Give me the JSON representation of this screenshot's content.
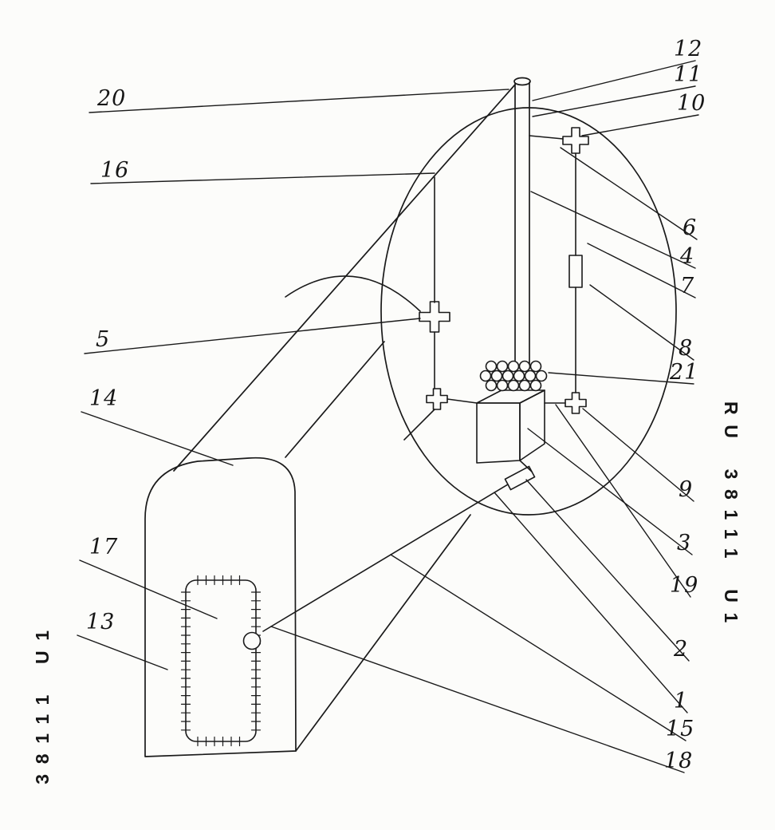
{
  "callouts": {
    "n1": "1",
    "n2": "2",
    "n3": "3",
    "n4": "4",
    "n5": "5",
    "n6": "6",
    "n7": "7",
    "n8": "8",
    "n9": "9",
    "n10": "10",
    "n11": "11",
    "n12": "12",
    "n13": "13",
    "n14": "14",
    "n15": "15",
    "n16": "16",
    "n17": "17",
    "n18": "18",
    "n19": "19",
    "n20": "20",
    "n21": "21"
  },
  "margin_text": {
    "left": {
      "serial": "38111",
      "code": "U1"
    },
    "right": {
      "country": "RU",
      "serial": "38111",
      "code": "U1"
    }
  },
  "drawing": {
    "ink_color": "#1a1a1a",
    "parts": {
      "body": "shelter-body",
      "door": "door-with-hatched-seal",
      "handle": "door-handle",
      "detail_circle": "enlarged-detail-circle",
      "chimney": "chimney-pipe",
      "burner": "tube-bundle-unit",
      "valves": "pipe-fittings-and-valves"
    }
  }
}
